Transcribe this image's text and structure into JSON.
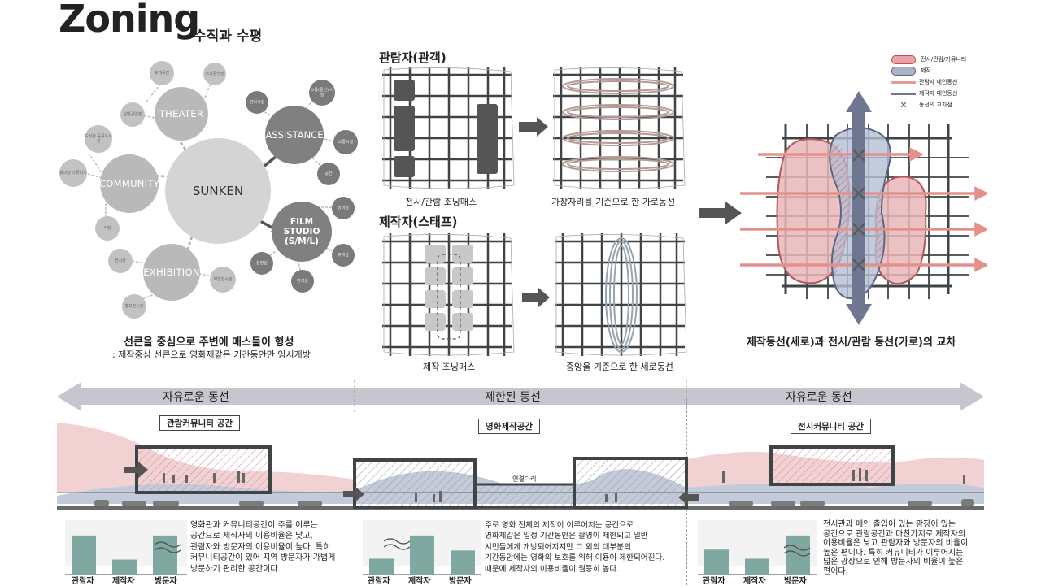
{
  "header": {
    "title": "Zoning",
    "subtitle": "수직과 수평"
  },
  "bubble_diagram": {
    "center": "SUNKEN",
    "nodes": {
      "theater": "THEATER",
      "assistance": "ASSISTANCE",
      "community": "COMMUNITY",
      "film_studio": "FILM STUDIO (S/M/L)",
      "exhibition": "EXHIBITION"
    },
    "small": {
      "t1": "휴게공간",
      "t2": "소형공연장",
      "t3": "일반공연장",
      "a1": "소통(통신) 시설",
      "a2": "소통시설",
      "a3": "관리시설",
      "a4": "공간",
      "c1": "도서관 공공도서관",
      "c2": "회의실 스튜디오",
      "c3": "식당",
      "f1": "장비실",
      "f2": "관리실",
      "f3": "휴게실",
      "f4": "분장실",
      "e1": "전시관",
      "e2": "체험전시관",
      "e3": "홍보전시관"
    },
    "caption": "선큰을 중심으로 주변에 매스들이 형성",
    "caption_sub": ": 제작중심 선큰으로 영화제같은 기간동안만 임시개방"
  },
  "grid_diagrams": {
    "viewer_title": "관람자(관객)",
    "staff_title": "제작자(스태프)",
    "cap1": "전시/관람 조닝매스",
    "cap2": "가장자리를 기준으로 한 가로동선",
    "cap3": "제작 조닝매스",
    "cap4": "중앙을 기준으로 한 세로동선"
  },
  "legend": [
    {
      "label": "전시/관람/커뮤니티",
      "color": "#e8a3a6"
    },
    {
      "label": "제작",
      "color": "#aab3c8"
    },
    {
      "label": "관람자 메인동선",
      "color": "#e89a94"
    },
    {
      "label": "제작자 메인동선",
      "color": "#6f7790"
    },
    {
      "label": "동선의 교차점",
      "color": "#555555"
    }
  ],
  "overlay_caption": "제작동선(세로)과 전시/관람 동선(가로)의 교차",
  "bands": {
    "left": "자유로운 동선",
    "middle": "제한된 동선",
    "right": "자유로운 동선"
  },
  "zones": {
    "left": "관람커뮤니티 공간",
    "middle": "영화제작공간",
    "right": "전시커뮤니티 공간",
    "bridge": "연결다리"
  },
  "bar_charts": [
    {
      "categories": [
        "관람자",
        "제작자",
        "방문자"
      ],
      "values": [
        0.86,
        0.33,
        0.86
      ],
      "desc": [
        "영화관과 커뮤니티공간이 주를 이루는",
        "공간으로 제작자의 이용비율은 낮고,",
        "관람자와 방문자의 이용비율이 높다. 특히",
        "커뮤니티공간이 있어 지역 방문자가 가볍게",
        "방문하기 편리한 공간이다."
      ]
    },
    {
      "categories": [
        "관람자",
        "제작자",
        "방문자"
      ],
      "values": [
        0.35,
        0.86,
        0.53
      ],
      "desc": [
        "주로 영화 전체의 제작이 이루어지는 공간으로",
        "영화제같은 일정 기간동안은 촬영이 제한되고 일반",
        "시민들에게 개방되어지지만 그 외의 대부분의",
        "기간동안에는 영화의 보호를 위해 이용이 제한되어진다.",
        "때문에 제작자의 이용비율이 월등히 높다."
      ]
    },
    {
      "categories": [
        "관람자",
        "제작자",
        "방문자"
      ],
      "values": [
        0.55,
        0.35,
        0.86
      ],
      "desc": [
        "전시관과 메인 출입이 있는 광장이 있는",
        "공간으로 관람공간과 마찬가지로 제작자의",
        "이용비율은 낮고 관람자와 방문자의 비율이",
        "높은 편이다. 특히 커뮤니티가 이루어지는",
        "넓은 광장으로 인해 방문자의 비율이 높은",
        "편이다."
      ]
    }
  ],
  "colors": {
    "pink": "#e8b6b8",
    "blue": "#b5bed4",
    "teal": "#7fa8a0",
    "grid": "#3f4446"
  }
}
